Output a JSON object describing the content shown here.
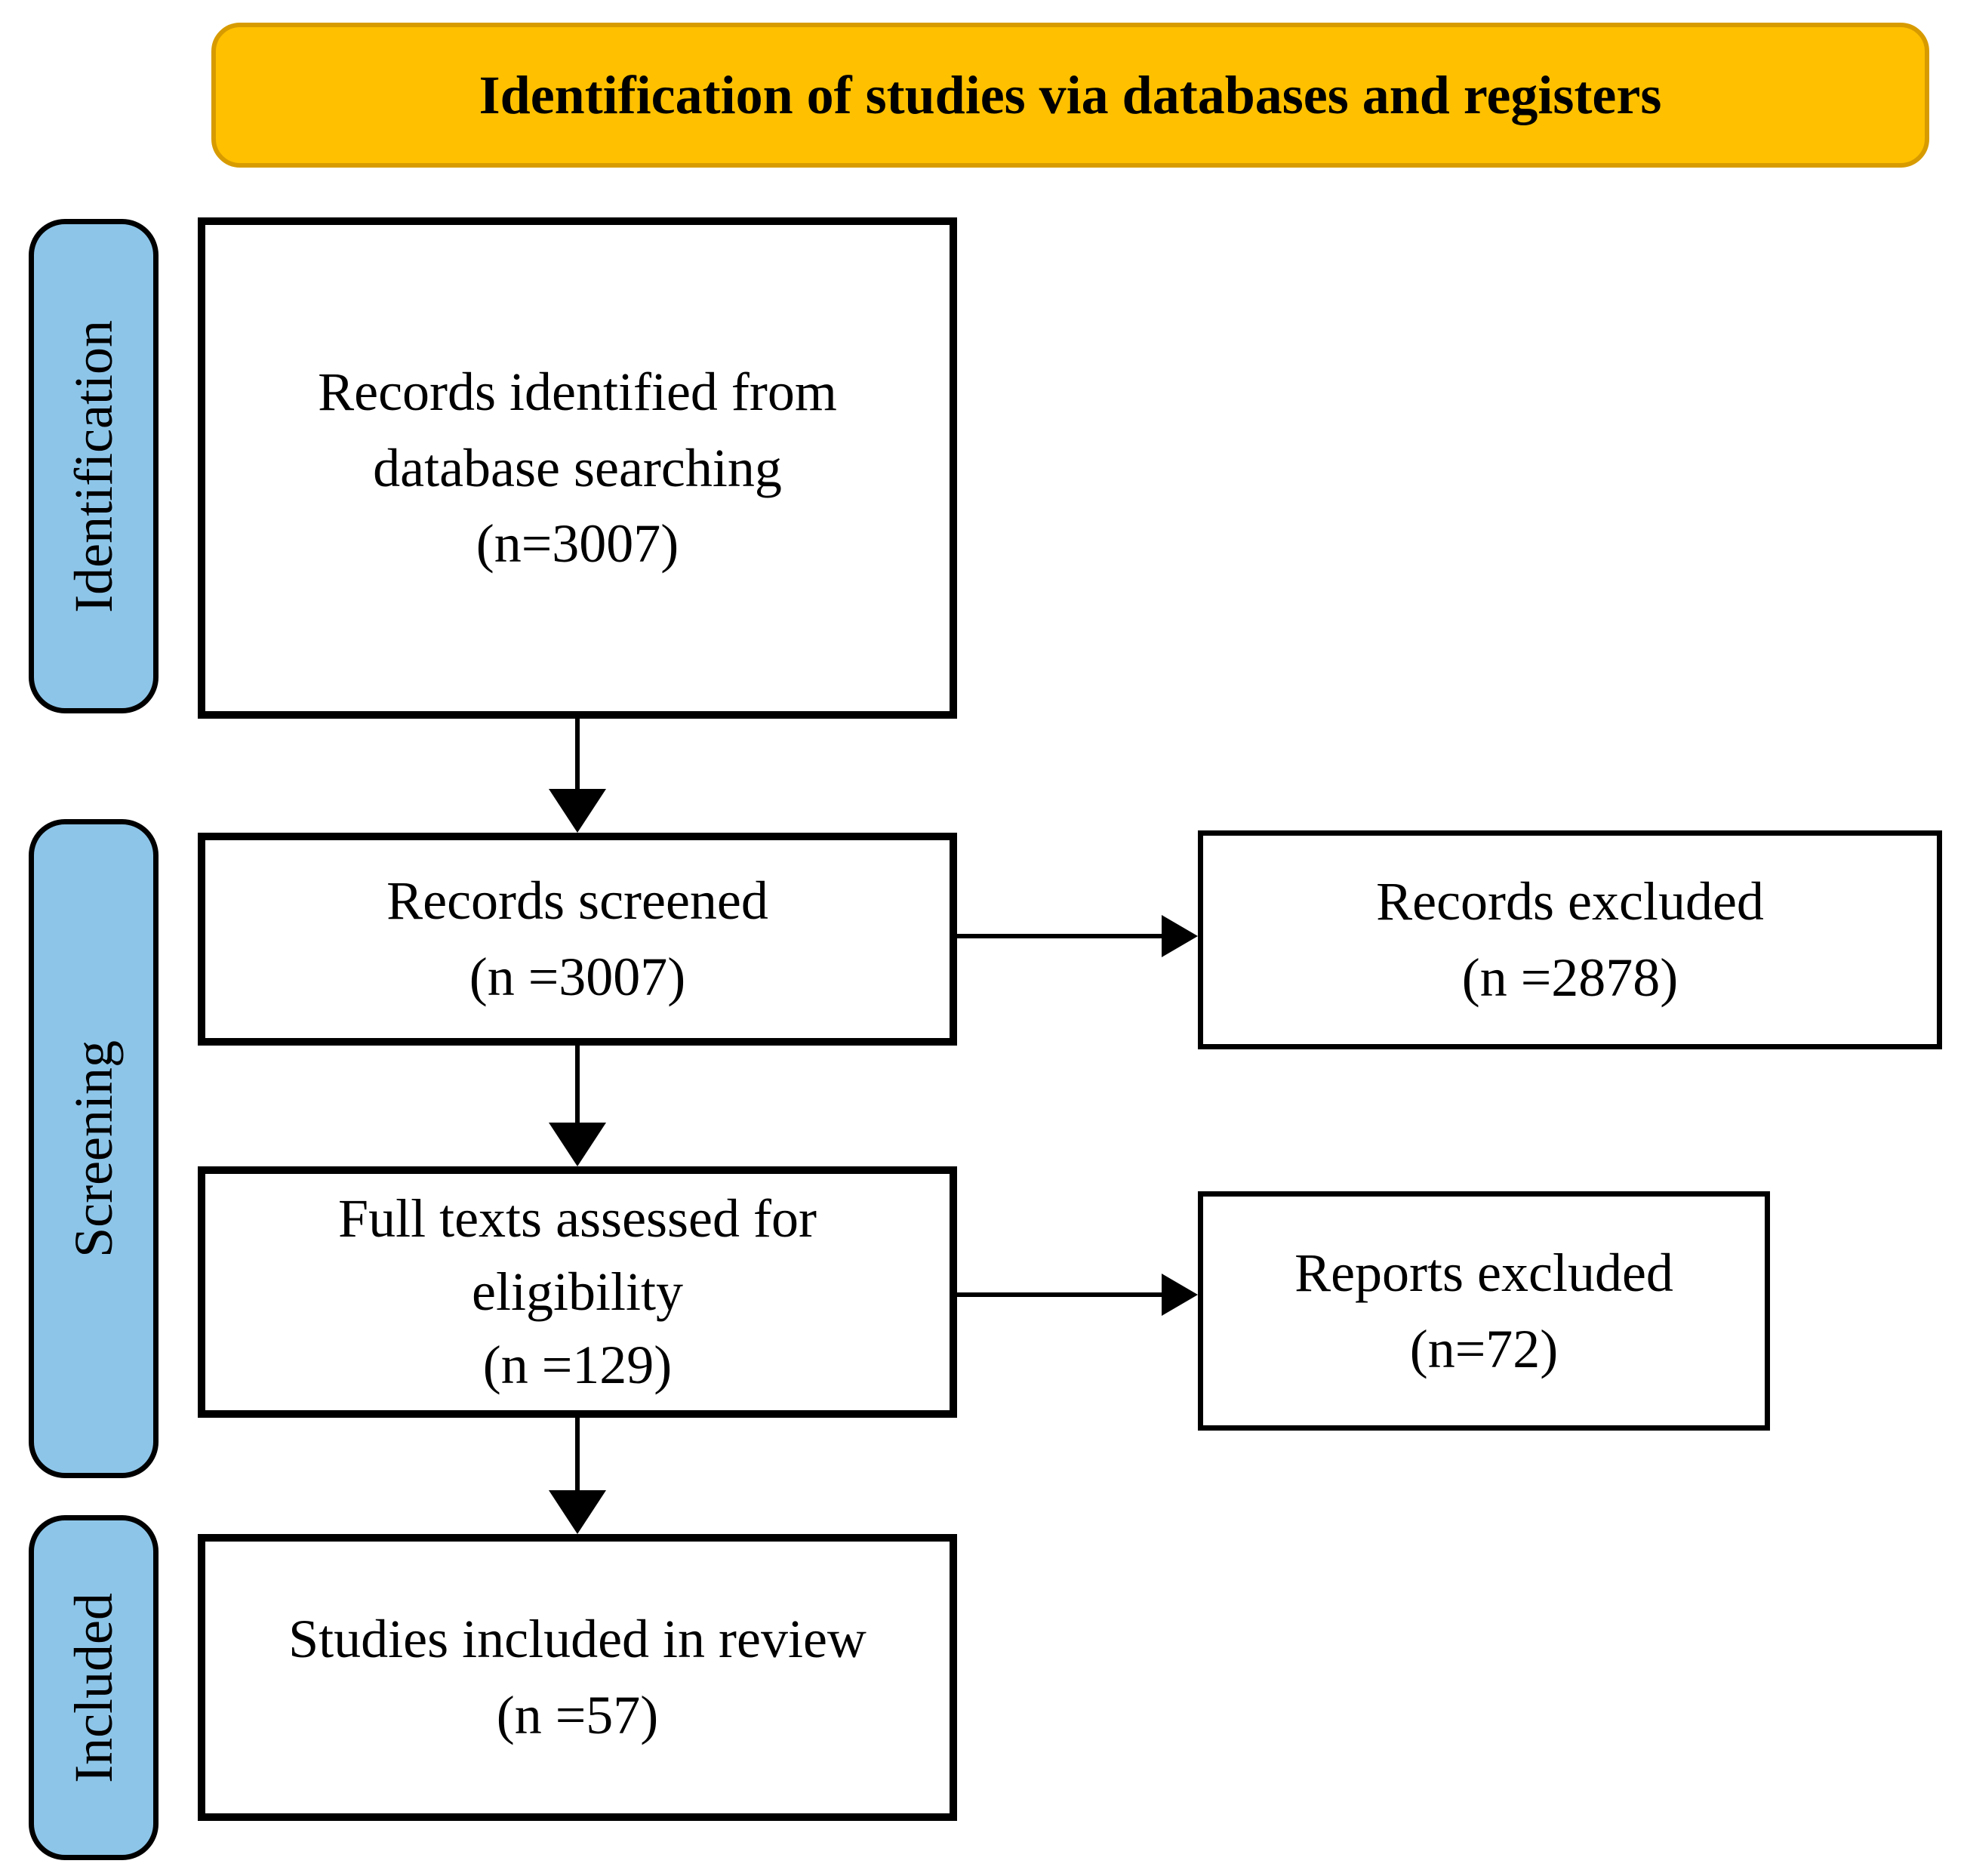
{
  "banner": {
    "title": "Identification of studies via databases and registers"
  },
  "side_labels": [
    {
      "label": "Identification"
    },
    {
      "label": "Screening"
    },
    {
      "label": "Included"
    }
  ],
  "flow_boxes": {
    "identified": {
      "lines": [
        "Records identified from",
        "database searching",
        "(n=3007)"
      ]
    },
    "screened": {
      "lines": [
        "Records screened",
        "(n =3007)"
      ]
    },
    "full_text": {
      "lines": [
        "Full texts assessed for",
        "eligibility",
        "(n =129)"
      ]
    },
    "included": {
      "lines": [
        "Studies included in review",
        "(n =57)"
      ]
    },
    "records_excluded": {
      "lines": [
        "Records excluded",
        "(n =2878)"
      ]
    },
    "reports_excluded": {
      "lines": [
        "Reports excluded",
        "(n=72)"
      ]
    }
  },
  "colors": {
    "banner_fill": "#FFC000",
    "banner_border": "#D79B00",
    "stage_fill": "#8DC5E8",
    "stage_border": "#000000",
    "box_fill": "#FFFFFF",
    "box_border": "#000000",
    "arrow": "#000000",
    "background": "#FFFFFF"
  }
}
